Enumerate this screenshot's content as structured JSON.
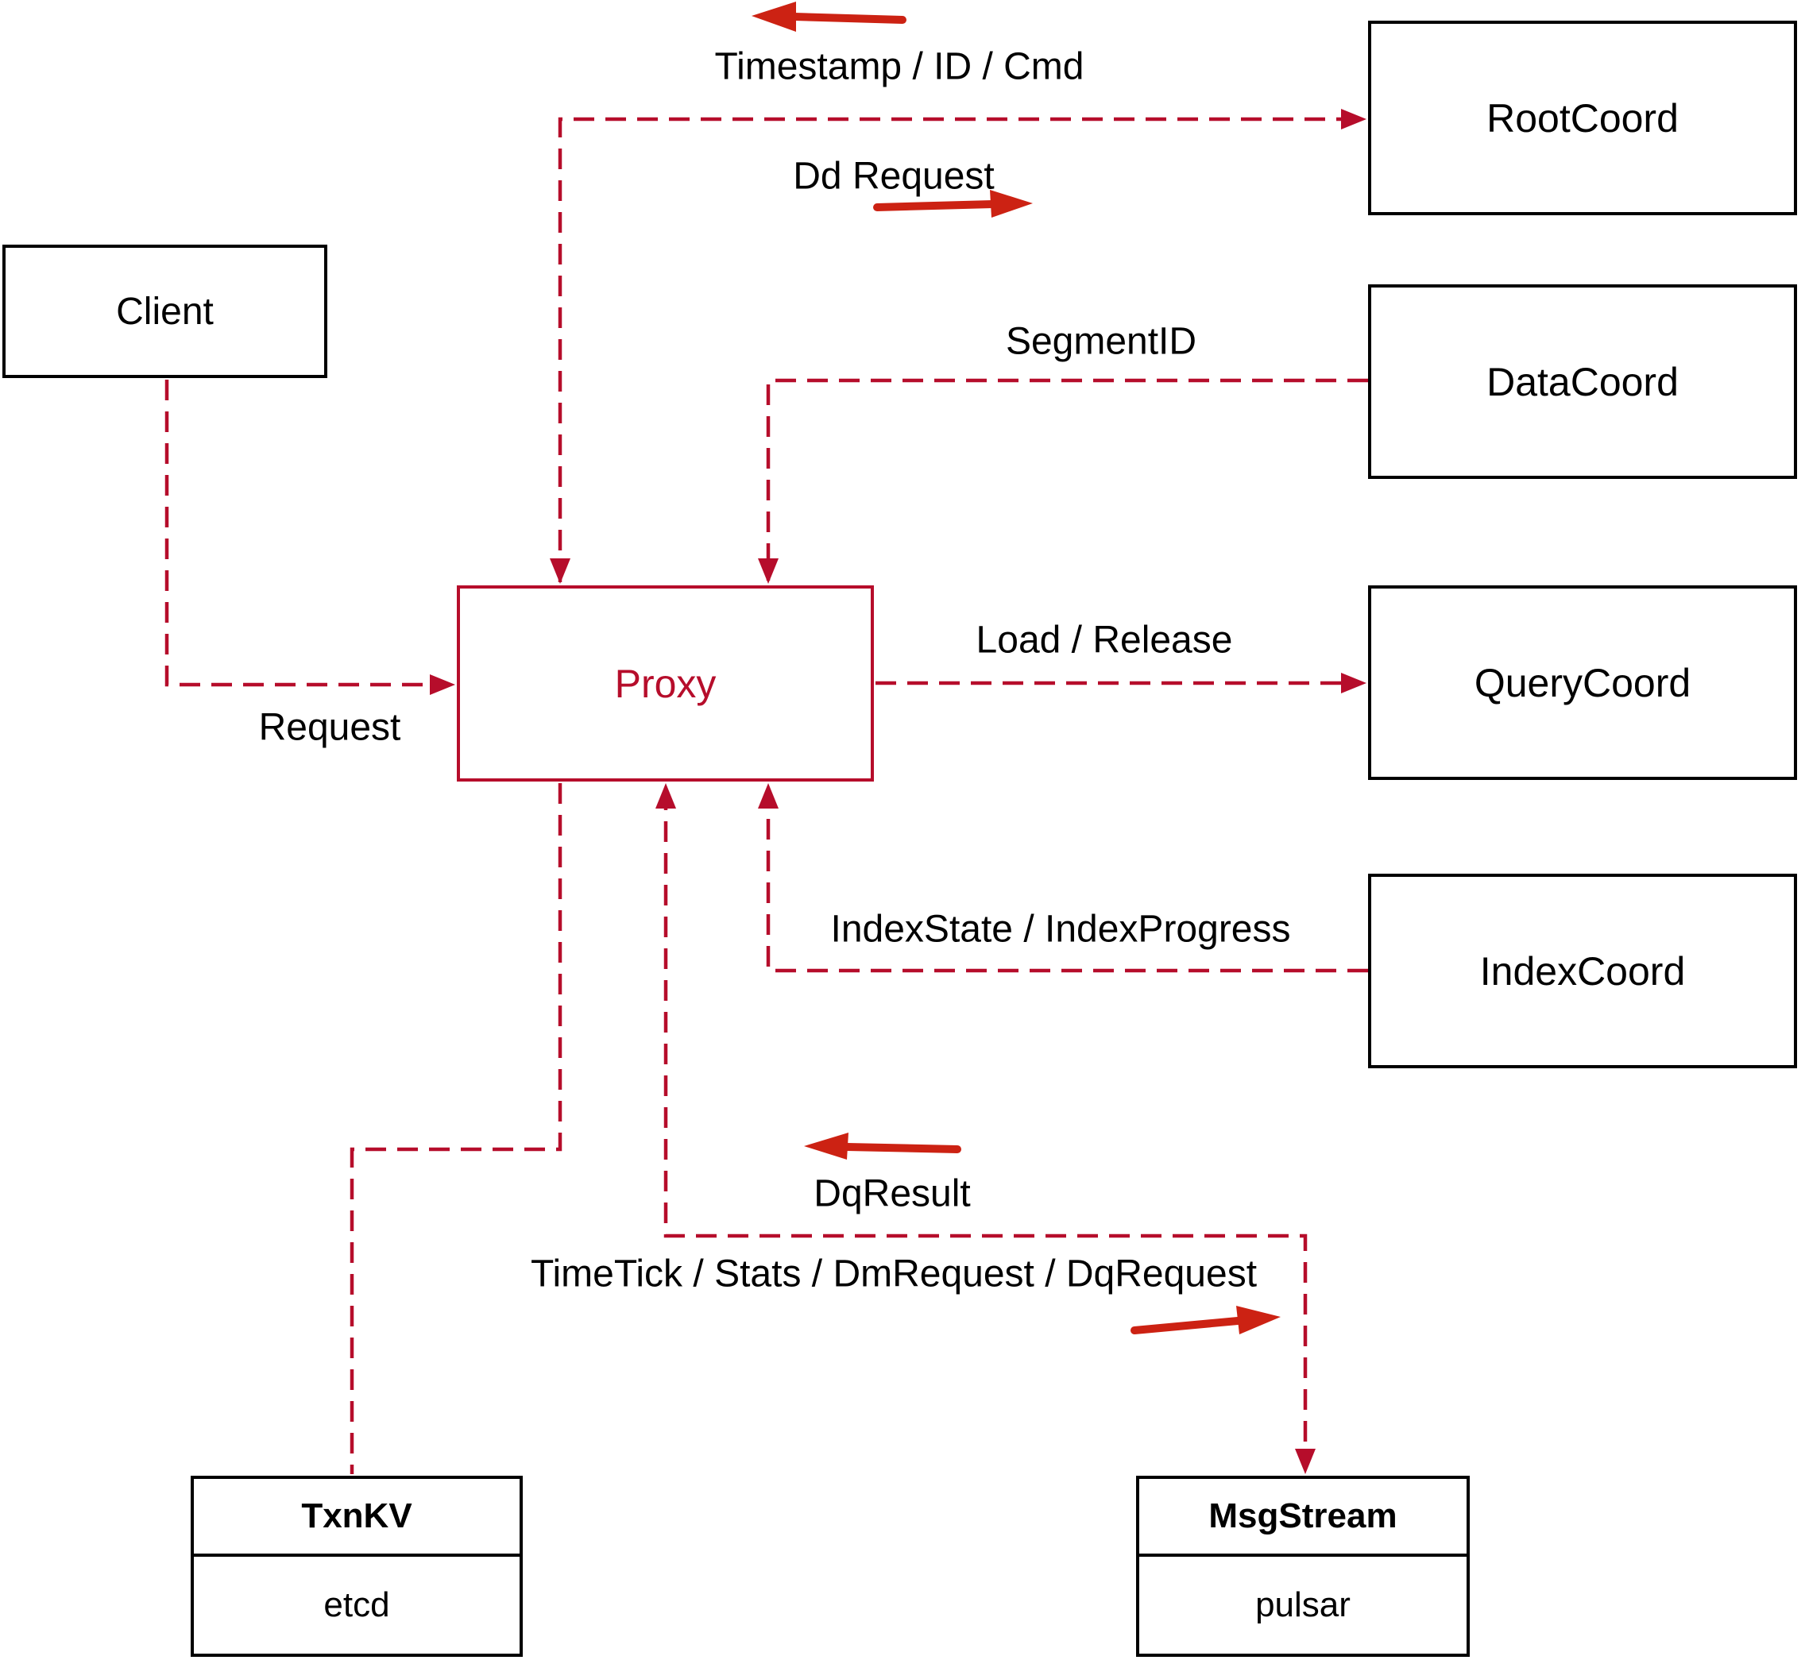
{
  "nodes": {
    "client": {
      "label": "Client"
    },
    "rootcoord": {
      "label": "RootCoord"
    },
    "datacoord": {
      "label": "DataCoord"
    },
    "querycoord": {
      "label": "QueryCoord"
    },
    "indexcoord": {
      "label": "IndexCoord"
    },
    "proxy": {
      "label": "Proxy"
    },
    "txnkv": {
      "title": "TxnKV",
      "subtitle": "etcd"
    },
    "msgstream": {
      "title": "MsgStream",
      "subtitle": "pulsar"
    }
  },
  "edge_labels": {
    "timestamp": "Timestamp / ID / Cmd",
    "dd_request": "Dd Request",
    "segment_id": "SegmentID",
    "load_release": "Load / Release",
    "request": "Request",
    "index_state": "IndexState / IndexProgress",
    "dq_result": "DqResult",
    "time_tick": "TimeTick / Stats / DmRequest / DqRequest"
  },
  "colors": {
    "dashed_edge": "#b60d2b",
    "solid_arrow": "#cc2213",
    "box_border": "#000000",
    "text": "#000000",
    "proxy_accent": "#b60d2b"
  }
}
